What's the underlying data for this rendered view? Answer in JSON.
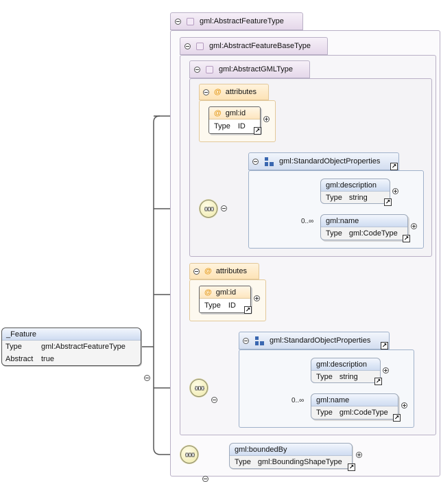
{
  "root_element": {
    "name": "_Feature",
    "type_label": "Type",
    "type_value": "gml:AbstractFeatureType",
    "abstract_label": "Abstract",
    "abstract_value": "true"
  },
  "complex_types": {
    "level1": "gml:AbstractFeatureType",
    "level2": "gml:AbstractFeatureBaseType",
    "level3": "gml:AbstractGMLType"
  },
  "attribute_groups": [
    {
      "title": "@",
      "label": "attributes",
      "attr_name": "gml:id",
      "type_label": "Type",
      "type_value": "ID"
    },
    {
      "title": "@",
      "label": "attributes",
      "attr_name": "gml:id",
      "type_label": "Type",
      "type_value": "ID"
    }
  ],
  "groups": [
    {
      "name": "gml:StandardObjectProperties",
      "multiplicity": "0..∞",
      "elements": [
        {
          "name": "gml:description",
          "type_label": "Type",
          "type_value": "string"
        },
        {
          "name": "gml:name",
          "type_label": "Type",
          "type_value": "gml:CodeType"
        }
      ]
    },
    {
      "name": "gml:StandardObjectProperties",
      "multiplicity": "0..∞",
      "elements": [
        {
          "name": "gml:description",
          "type_label": "Type",
          "type_value": "string"
        },
        {
          "name": "gml:name",
          "type_label": "Type",
          "type_value": "gml:CodeType"
        }
      ]
    }
  ],
  "bounded_by": {
    "name": "gml:boundedBy",
    "type_label": "Type",
    "type_value": "gml:BoundingShapeType"
  },
  "icons": {
    "collapse": "collapse-minus-icon",
    "expand": "expand-plus-icon",
    "goto": "goto-arrow-icon",
    "sequence": "sequence-icon",
    "group": "group-icon",
    "attribute": "at-sign-icon"
  },
  "colors": {
    "complex_type_tab": "#e5d8ea",
    "attributes_tab": "#fde3b6",
    "element_header": "#cfdcf1",
    "sequence_fill": "#eee8a8"
  }
}
